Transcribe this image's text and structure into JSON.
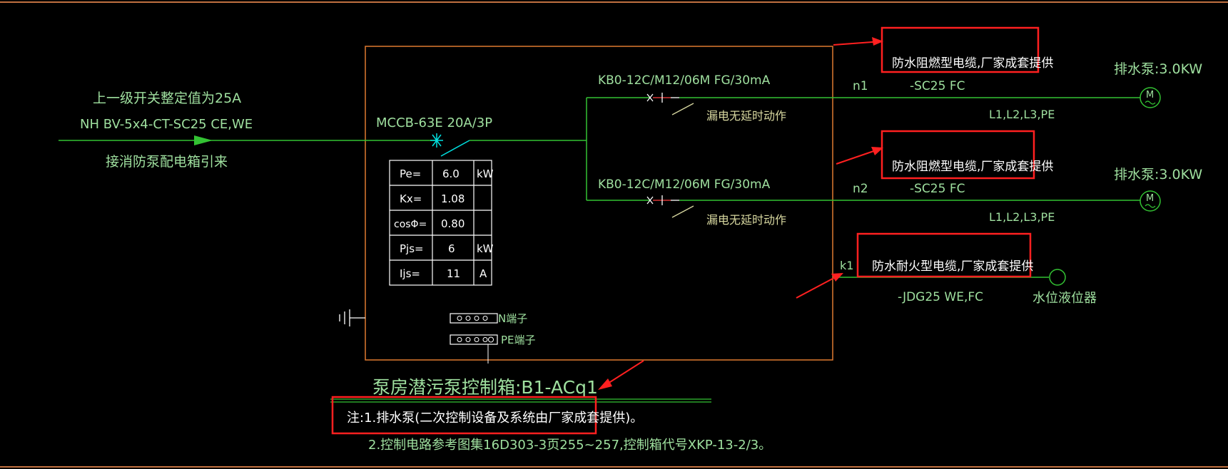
{
  "incoming": {
    "setting": "上一级开关整定值为25A",
    "cable": "NH BV-5x4-CT-SC25 CE,WE",
    "source": "接消防泵配电箱引来"
  },
  "main_breaker": "MCCB-63E 20A/3P",
  "load_table": [
    {
      "label": "Pe=",
      "value": "6.0",
      "unit": "kW"
    },
    {
      "label": "Kx=",
      "value": "1.08",
      "unit": ""
    },
    {
      "label": "cosΦ=",
      "value": "0.80",
      "unit": ""
    },
    {
      "label": "Pjs=",
      "value": "6",
      "unit": "kW"
    },
    {
      "label": "Ijs=",
      "value": "11",
      "unit": "A"
    }
  ],
  "circuits": [
    {
      "breaker": "KB0-12C/M12/06M FG/30mA",
      "leak_note": "漏电无延时动作",
      "id": "n1",
      "cable": "-SC25 FC",
      "phases": "L1,L2,L3,PE",
      "load": "排水泵:3.0KW",
      "callout": "防水阻燃型电缆,厂家成套提供"
    },
    {
      "breaker": "KB0-12C/M12/06M FG/30mA",
      "leak_note": "漏电无延时动作",
      "id": "n2",
      "cable": "-SC25 FC",
      "phases": "L1,L2,L3,PE",
      "load": "排水泵:3.0KW",
      "callout": "防水阻燃型电缆,厂家成套提供"
    }
  ],
  "control": {
    "id": "k1",
    "cable": "-JDG25 WE,FC",
    "device": "水位液位器",
    "callout": "防水耐火型电缆,厂家成套提供"
  },
  "terminals": {
    "n": "N端子",
    "pe": "PE端子"
  },
  "box_title": "泵房潜污泵控制箱:B1-ACq1",
  "notes": [
    "注:1.排水泵(二次控制设备及系统由厂家成套提供)。",
    "2.控制电路参考图集16D303-3页255~257,控制箱代号XKP-13-2/3。"
  ],
  "colors": {
    "background": "#000000",
    "wire": "#33c233",
    "box": "#e07a30",
    "callout": "#ff2020",
    "text": "#9fe09f",
    "breaker_accent": "#00e0e0"
  }
}
